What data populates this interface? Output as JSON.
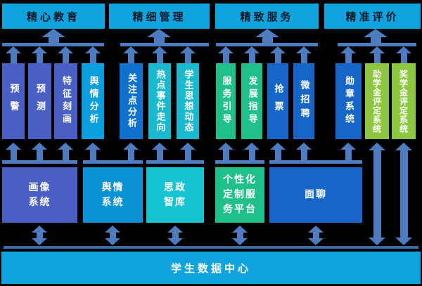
{
  "palette": {
    "background": "#000000",
    "arrow_blue": "#4d7cc1",
    "header_cyan": "#0fa3df",
    "indigo": "#4a5fc6",
    "cyan": "#0c9ede",
    "blue": "#1171ce",
    "teal": "#19b9cf",
    "green": "#1fc08a",
    "dark_blue": "#1566c8",
    "light_green": "#8dc63f",
    "system_blue": "#0b92d4",
    "system_teal": "#16c3d3",
    "data_line_blue": "#3a6ca8",
    "header_text": "#071a28",
    "box_text": "#ffffff"
  },
  "headers": [
    {
      "label": "精心教育"
    },
    {
      "label": "精细管理"
    },
    {
      "label": "精致服务"
    },
    {
      "label": "精准评价"
    }
  ],
  "functions": [
    {
      "label": "预警"
    },
    {
      "label": "预测"
    },
    {
      "label": "特征刻画"
    },
    {
      "label": "舆情分析"
    },
    {
      "label": "关注点分析"
    },
    {
      "label": "热点事件走向"
    },
    {
      "label": "学生思想动态"
    },
    {
      "label": "服务引导"
    },
    {
      "label": "发展指导"
    },
    {
      "label": "抢票"
    },
    {
      "label": "微招聘"
    },
    {
      "label": "勋章系统"
    },
    {
      "label": "助学金评定系统"
    },
    {
      "label": "奖学金评定系统"
    }
  ],
  "systems": [
    {
      "label": "画像系统",
      "lines": [
        "画像",
        "系统"
      ]
    },
    {
      "label": "舆情系统",
      "lines": [
        "舆情",
        "系统"
      ]
    },
    {
      "label": "思政智库",
      "lines": [
        "思政",
        "智库"
      ]
    },
    {
      "label": "个性化定制服务平台",
      "lines": [
        "个性化",
        "定制服",
        "务平台"
      ]
    },
    {
      "label": "面聊",
      "lines": [
        "面聊"
      ]
    }
  ],
  "data_center": {
    "label": "学生数据中心"
  }
}
